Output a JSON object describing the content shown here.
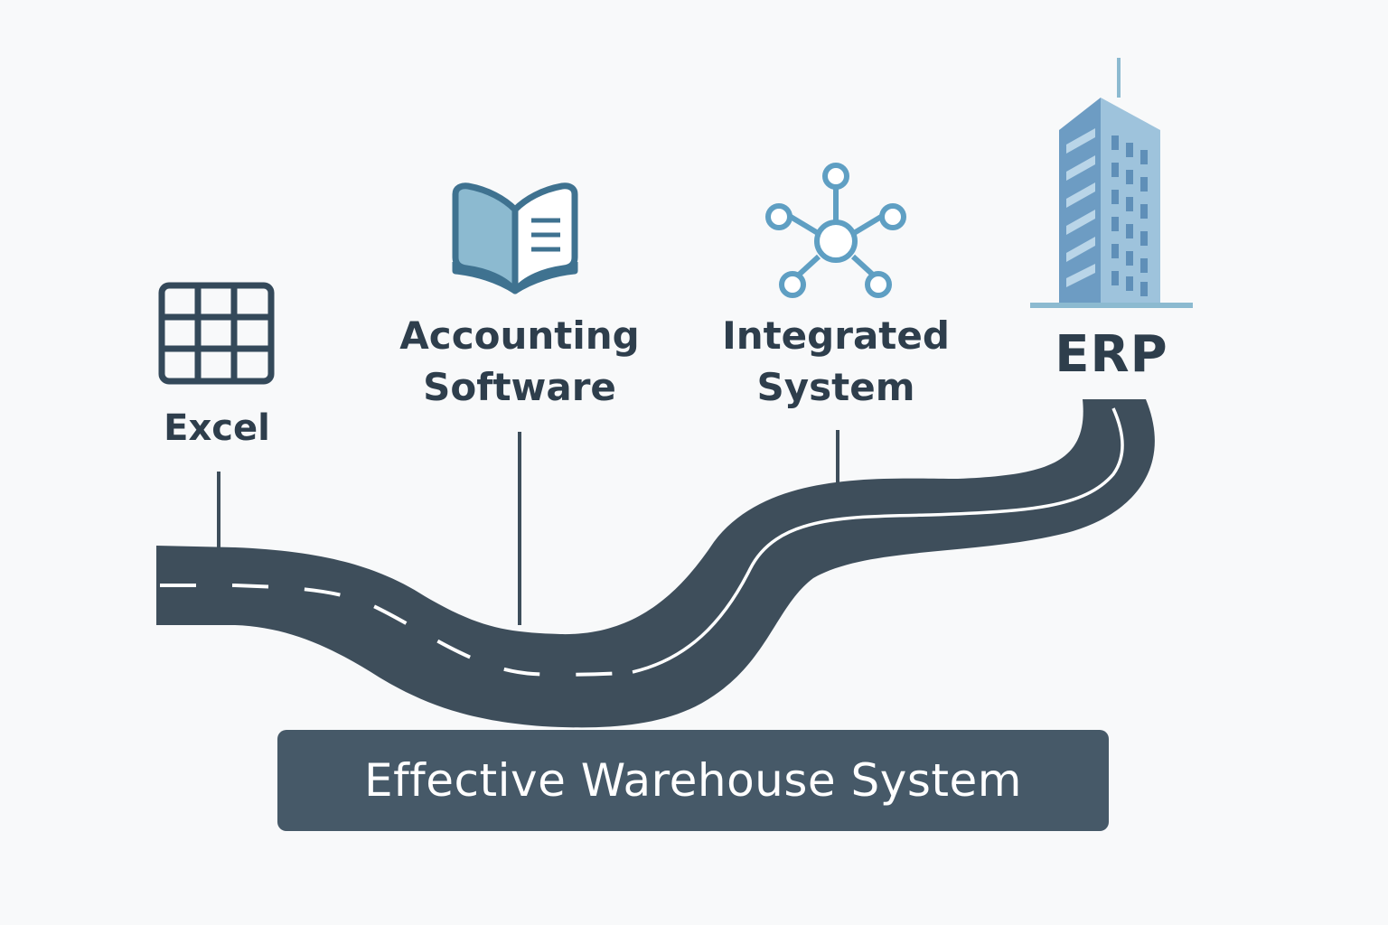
{
  "stages": {
    "excel": "Excel",
    "accounting": "Accounting\nSoftware",
    "integrated": "Integrated\nSystem",
    "erp": "ERP"
  },
  "banner": {
    "text": "Effective Warehouse System"
  },
  "icons": {
    "excel": "spreadsheet-grid-icon",
    "accounting": "open-book-icon",
    "integrated": "network-hub-icon",
    "erp": "office-building-icon"
  },
  "colors": {
    "road": "#3e4e5b",
    "road_marking": "#ffffff",
    "text": "#2e3e4c",
    "accent_dark": "#3f7290",
    "accent_light": "#8cbad0",
    "network": "#5f9fc3",
    "building": "#7fa9cc",
    "banner": "#465968"
  }
}
